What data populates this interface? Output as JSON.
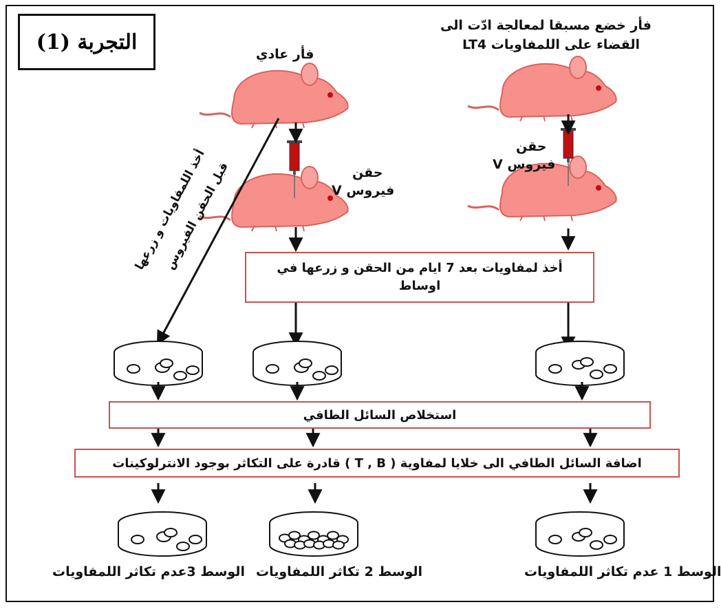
{
  "title": "التجربة (1)",
  "mouse_normal_label": "فأر عادي",
  "mouse_treated_label_line1": "فأر خضع مسبقا لمعالجة ادّت الى",
  "mouse_treated_label_line2": "القضاء على اللمفاويات LT4",
  "injection_center_line1": "حقن",
  "injection_center_line2": "فيروس V",
  "injection_right_line1": "حقن",
  "injection_right_line2": "فيروس V",
  "diagonal_line1": "أخذ اللمفاويات و زرعها",
  "diagonal_line2": "قبل الحقن الفيروس",
  "box1_line1": "أخذ لمفاويات بعد 7 ايام من الحقن و زرعها في",
  "box1_line2": "اوساط",
  "box2": "استخلاص السائل الطافي",
  "box3": "اضافة السائل الطافي الى خلايا لمفاوية ( T , B ) قادرة على التكاثر بوجود الانترلوكينات",
  "result_left": "الوسط 3عدم تكاثر اللمفاويات",
  "result_center": "الوسط 2 تكاثر اللمفاويات",
  "result_right": "الوسط 1 عدم تكاثر اللمفاويات",
  "colors": {
    "mouse": "#f7908b",
    "mouse_outline": "#d9625c",
    "box_border": "#c9524c",
    "syringe": "#c01010"
  }
}
